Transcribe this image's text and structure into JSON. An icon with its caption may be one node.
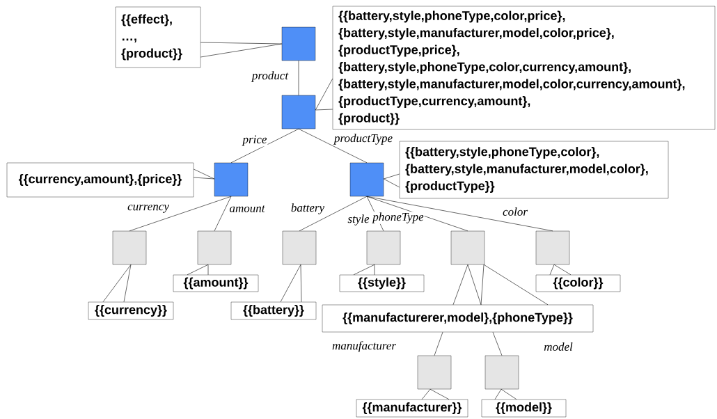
{
  "diagram": {
    "nodes": [
      {
        "text": [
          "{{effect}, …, {product}}"
        ]
      },
      {
        "text": [],
        "shape": "box"
      },
      {
        "text": [
          "{{battery,style,phoneType,color,price}, {battery,style,manufacturer,model,color,price}, {productType,price}, {battery,style,phoneType,color,currency,amount}, {battery,style,manufacturer,model,color,currency,amount}, {productType,currency,amount}, {product}}"
        ]
      },
      {
        "text": [],
        "shape": "box"
      },
      {
        "text": [
          "{{currency,amount},{price}}"
        ]
      },
      {
        "text": [],
        "shape": "box"
      },
      {
        "text": [],
        "shape": "box"
      },
      {
        "text": [
          "{{battery,style,phoneType,color}, {battery,style,manufacturer,model,color}, {productType}}"
        ]
      },
      {
        "text": [],
        "shape": "box"
      },
      {
        "text": [],
        "shape": "box"
      },
      {
        "text": [],
        "shape": "box"
      },
      {
        "text": [],
        "shape": "box"
      },
      {
        "text": [],
        "shape": "box"
      },
      {
        "text": [],
        "shape": "box"
      },
      {
        "text": [
          "{{amount}}"
        ]
      },
      {
        "text": [
          "{{style}}"
        ]
      },
      {
        "text": [
          "{{color}}"
        ]
      },
      {
        "text": [
          "{{currency}}"
        ]
      },
      {
        "text": [
          "{{battery}}"
        ]
      },
      {
        "text": [
          "{{manufacturerer,model},{phoneType}}"
        ]
      },
      {
        "text": [],
        "shape": "box"
      },
      {
        "text": [],
        "shape": "box"
      },
      {
        "text": [
          "{{manufacturer}}"
        ]
      },
      {
        "text": [
          "{{model}}"
        ]
      }
    ],
    "edges": [
      {
        "from": 1,
        "to": 3,
        "arrow": "none",
        "label": "product"
      },
      {
        "from": 3,
        "to": 5,
        "arrow": "none",
        "label": "price"
      },
      {
        "from": 3,
        "to": 6,
        "arrow": "none",
        "label": "productType"
      },
      {
        "from": 5,
        "to": 8,
        "arrow": "none",
        "label": "currency"
      },
      {
        "from": 5,
        "to": 9,
        "arrow": "none",
        "label": "amount"
      },
      {
        "from": 6,
        "to": 10,
        "arrow": "none",
        "label": "battery"
      },
      {
        "from": 6,
        "to": 11,
        "arrow": "none",
        "label": "style"
      },
      {
        "from": 6,
        "to": 12,
        "arrow": "none",
        "label": "phoneType"
      },
      {
        "from": 6,
        "to": 13,
        "arrow": "none",
        "label": "color"
      },
      {
        "from": 19,
        "to": 20,
        "arrow": "none",
        "label": "manufacturer"
      },
      {
        "from": 19,
        "to": 21,
        "arrow": "none",
        "label": "model"
      },
      {
        "from": 0,
        "to": 1,
        "arrow": "none"
      },
      {
        "from": 2,
        "to": 3,
        "arrow": "none"
      },
      {
        "from": 4,
        "to": 5,
        "arrow": "none"
      },
      {
        "from": 7,
        "to": 6,
        "arrow": "none"
      },
      {
        "from": 17,
        "to": 8,
        "arrow": "none"
      },
      {
        "from": 14,
        "to": 9,
        "arrow": "none"
      },
      {
        "from": 18,
        "to": 10,
        "arrow": "none"
      },
      {
        "from": 15,
        "to": 11,
        "arrow": "none"
      },
      {
        "from": 19,
        "to": 12,
        "arrow": "none"
      },
      {
        "from": 16,
        "to": 13,
        "arrow": "none"
      },
      {
        "from": 22,
        "to": 20,
        "arrow": "none"
      },
      {
        "from": 23,
        "to": 21,
        "arrow": "none"
      }
    ]
  }
}
